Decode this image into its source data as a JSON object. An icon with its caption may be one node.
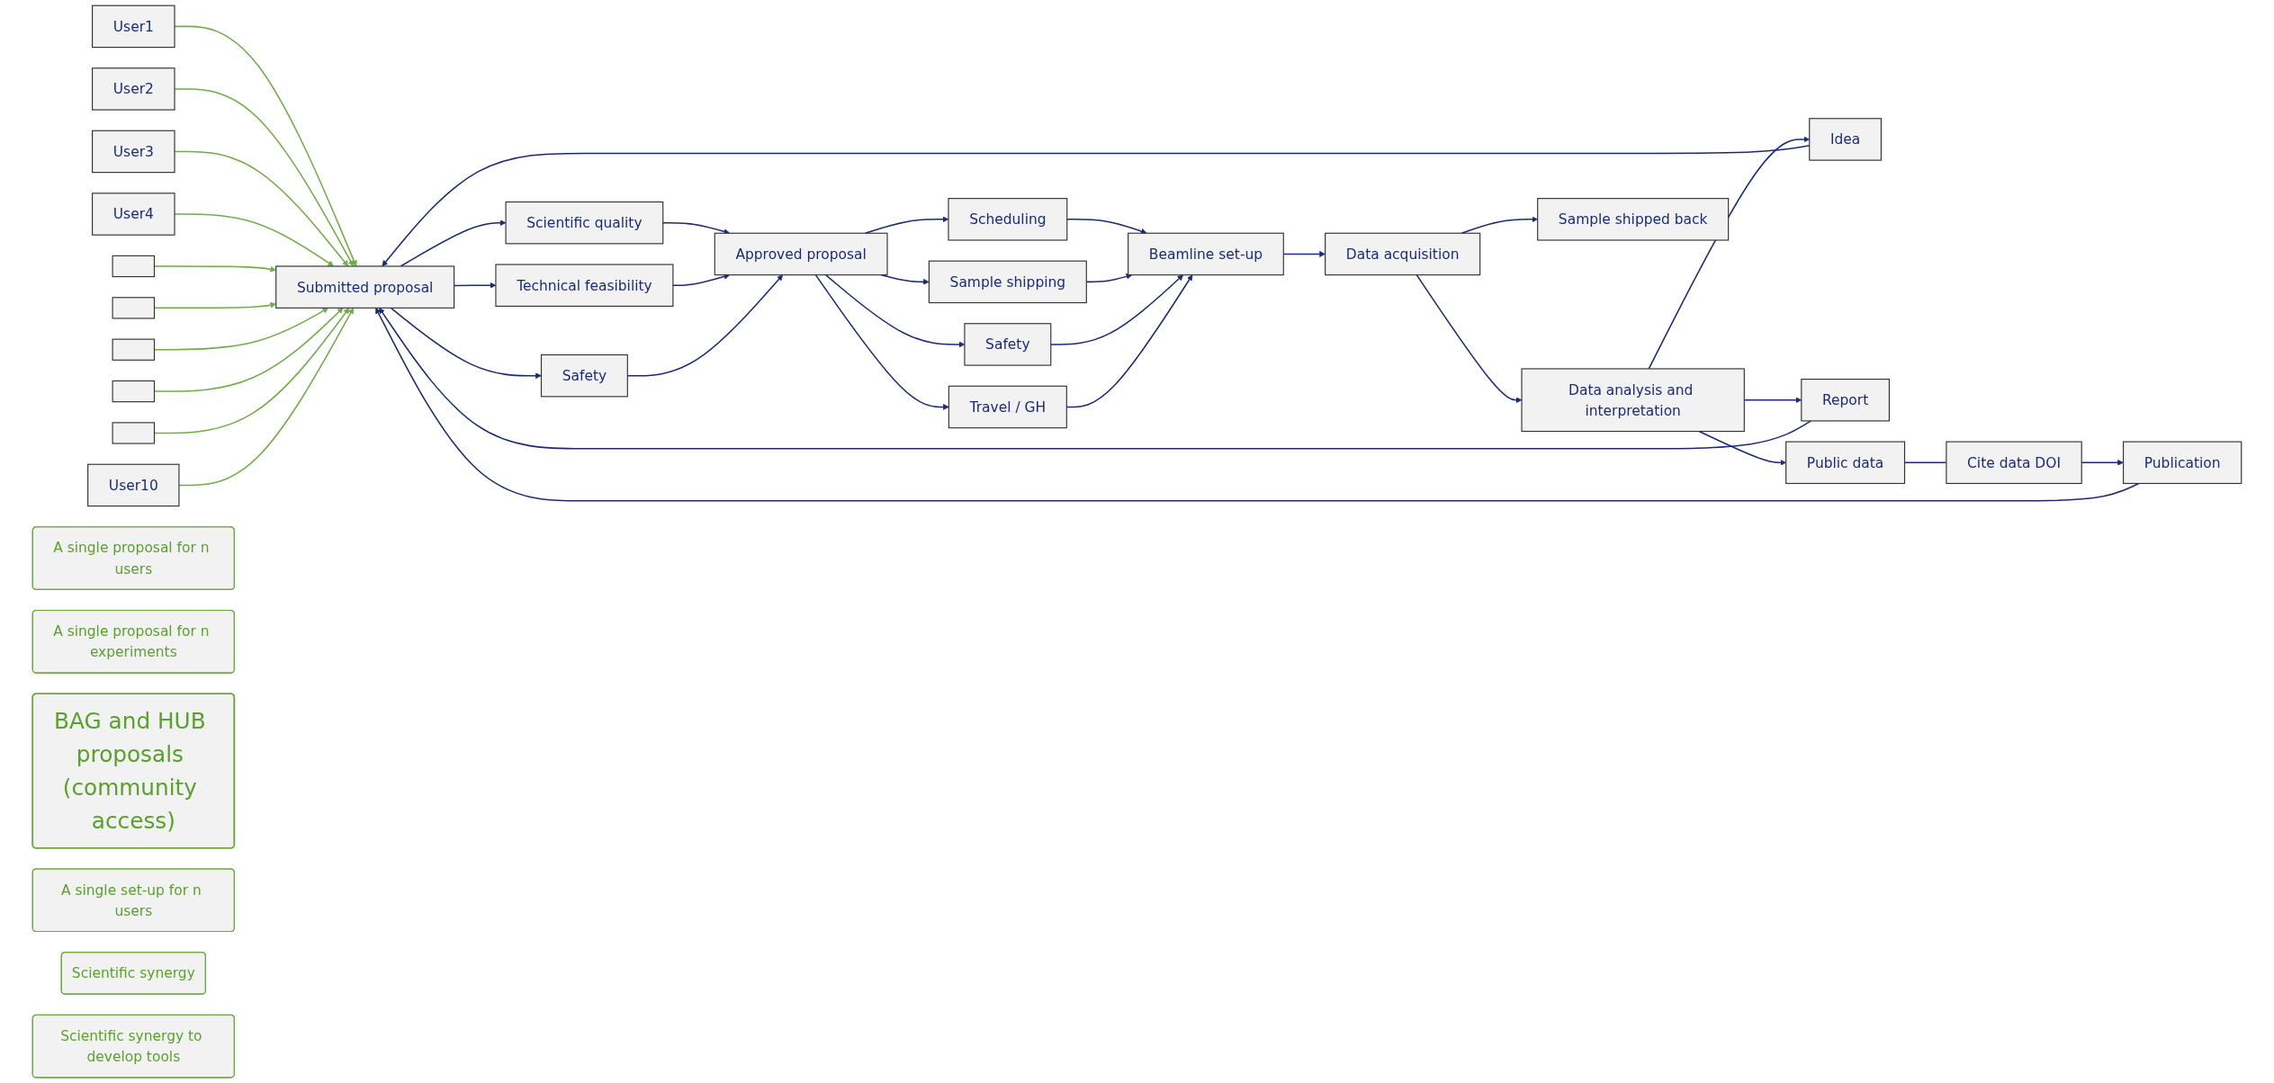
{
  "diagram": {
    "nodes": [
      {
        "text": [
          "User1"
        ]
      },
      {
        "text": [
          "User2"
        ]
      },
      {
        "text": [
          "User3"
        ]
      },
      {
        "text": [
          "User4"
        ]
      },
      {
        "text": [],
        "shape": "box"
      },
      {
        "text": [],
        "shape": "box"
      },
      {
        "text": [],
        "shape": "box"
      },
      {
        "text": [],
        "shape": "box"
      },
      {
        "text": [],
        "shape": "box"
      },
      {
        "text": [
          "User10"
        ]
      },
      {
        "text": [
          "Submitted proposal"
        ]
      },
      {
        "text": [
          "Scientific quality"
        ]
      },
      {
        "text": [
          "Technical feasibility"
        ]
      },
      {
        "text": [
          "Safety"
        ]
      },
      {
        "text": [
          "A single proposal for n users"
        ]
      },
      {
        "text": [
          "Approved proposal"
        ]
      },
      {
        "text": [
          "Scheduling"
        ]
      },
      {
        "text": [
          "A single proposal for n experiments"
        ]
      },
      {
        "text": [
          "Sample shipping"
        ]
      },
      {
        "text": [
          "Safety"
        ]
      },
      {
        "text": [
          "Travel / GH"
        ]
      },
      {
        "text": [
          "Idea"
        ]
      },
      {
        "text": [
          "Publication"
        ]
      },
      {
        "text": [
          "Cite data DOI"
        ]
      },
      {
        "text": [
          "Report"
        ]
      },
      {
        "text": [
          "Public data"
        ]
      },
      {
        "text": [
          "BAG and HUB proposals (community access)"
        ]
      },
      {
        "text": [
          "Beamline set-up"
        ]
      },
      {
        "text": [
          "A single set-up for n users"
        ]
      },
      {
        "text": [
          "Data analysis and interpretation"
        ]
      },
      {
        "text": [
          "Data acquisition"
        ]
      },
      {
        "text": [
          "Sample shipped back"
        ]
      },
      {
        "text": [
          "Scientific synergy"
        ]
      },
      {
        "text": [
          "Scientific synergy to develop tools"
        ]
      }
    ],
    "edges": [
      {
        "from": 0,
        "to": 10,
        "arrow": "to",
        "color": "#70ad47"
      },
      {
        "from": 1,
        "to": 10,
        "arrow": "to",
        "color": "#70ad47"
      },
      {
        "from": 2,
        "to": 10,
        "arrow": "to",
        "color": "#70ad47"
      },
      {
        "from": 3,
        "to": 10,
        "arrow": "to",
        "color": "#70ad47"
      },
      {
        "from": 4,
        "to": 10,
        "arrow": "to",
        "color": "#70ad47"
      },
      {
        "from": 5,
        "to": 10,
        "arrow": "to",
        "color": "#70ad47"
      },
      {
        "from": 6,
        "to": 10,
        "arrow": "to",
        "color": "#70ad47"
      },
      {
        "from": 7,
        "to": 10,
        "arrow": "to",
        "color": "#70ad47"
      },
      {
        "from": 8,
        "to": 10,
        "arrow": "to",
        "color": "#70ad47"
      },
      {
        "from": 9,
        "to": 10,
        "arrow": "to",
        "color": "#70ad47"
      },
      {
        "from": 10,
        "to": 11,
        "arrow": "to"
      },
      {
        "from": 10,
        "to": 12,
        "arrow": "to"
      },
      {
        "from": 10,
        "to": 13,
        "arrow": "to"
      },
      {
        "from": 11,
        "to": 15,
        "arrow": "to"
      },
      {
        "from": 12,
        "to": 15,
        "arrow": "to"
      },
      {
        "from": 13,
        "to": 15,
        "arrow": "to"
      },
      {
        "from": 15,
        "to": 16,
        "arrow": "to"
      },
      {
        "from": 15,
        "to": 18,
        "arrow": "to"
      },
      {
        "from": 15,
        "to": 19,
        "arrow": "to"
      },
      {
        "from": 15,
        "to": 20,
        "arrow": "to"
      },
      {
        "from": 16,
        "to": 27,
        "arrow": "to"
      },
      {
        "from": 18,
        "to": 27,
        "arrow": "to"
      },
      {
        "from": 19,
        "to": 27,
        "arrow": "to"
      },
      {
        "from": 20,
        "to": 27,
        "arrow": "to"
      },
      {
        "from": 27,
        "to": 30,
        "arrow": "to"
      },
      {
        "from": 30,
        "to": 29,
        "arrow": "to"
      },
      {
        "from": 30,
        "to": 31,
        "arrow": "to"
      },
      {
        "from": 29,
        "to": 21,
        "arrow": "to"
      },
      {
        "from": 29,
        "to": 25,
        "arrow": "to"
      },
      {
        "from": 29,
        "to": 24,
        "arrow": "to"
      },
      {
        "from": 25,
        "to": 23,
        "arrow": "none"
      },
      {
        "from": 23,
        "to": 22,
        "arrow": "to"
      },
      {
        "from": 21,
        "to": 10,
        "arrow": "to"
      },
      {
        "from": 22,
        "to": 10,
        "arrow": "to"
      },
      {
        "from": 24,
        "to": 10,
        "arrow": "to"
      }
    ]
  }
}
